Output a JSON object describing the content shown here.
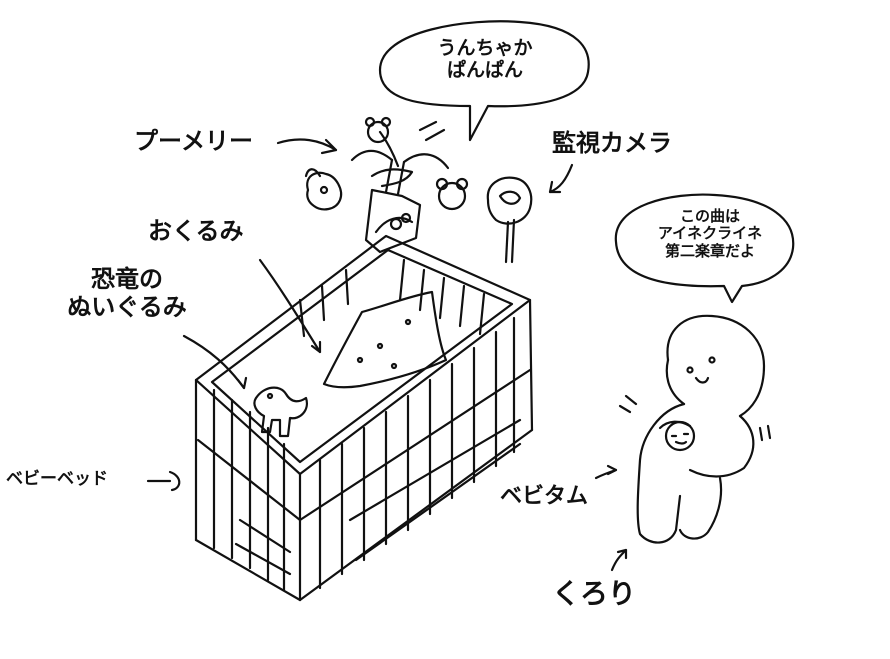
{
  "bubbles": {
    "mobile_sound": [
      "うんちゃか",
      "ぱんぱん"
    ],
    "mother_speech": [
      "この曲は",
      "アイネクライネ",
      "第二楽章だよ"
    ]
  },
  "labels": {
    "mobile": "プーメリー",
    "camera": "監視カメラ",
    "swaddle": "おくるみ",
    "dino_toy": [
      "恐竜の",
      "ぬいぐるみ"
    ],
    "baby_bed": "ベビーベッド",
    "baby_item": "ベビタム",
    "baby_name": "くろり"
  },
  "colors": {
    "ink": "#111111",
    "background": "#ffffff"
  }
}
